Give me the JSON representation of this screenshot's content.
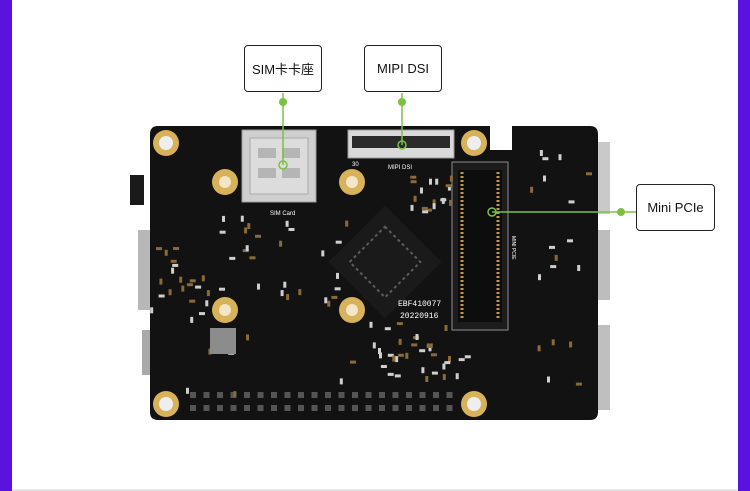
{
  "callouts": {
    "sim_slot": "SIM卡卡座",
    "mipi_dsi": "MIPI DSI",
    "mini_pcie": "Mini PCIe"
  },
  "board": {
    "mipi_silk": "MIPI DSI",
    "sim_silk": "SIM Card",
    "pcie_silk": "MINI PCIE",
    "serial": "EBF410077",
    "date": "20220916",
    "pin_30": "30"
  },
  "colors": {
    "frame": "#5a12e0",
    "pcb": "#121212",
    "leader": "#7ac142",
    "gold": "#d8b25a",
    "silver": "#c8c8c8"
  }
}
